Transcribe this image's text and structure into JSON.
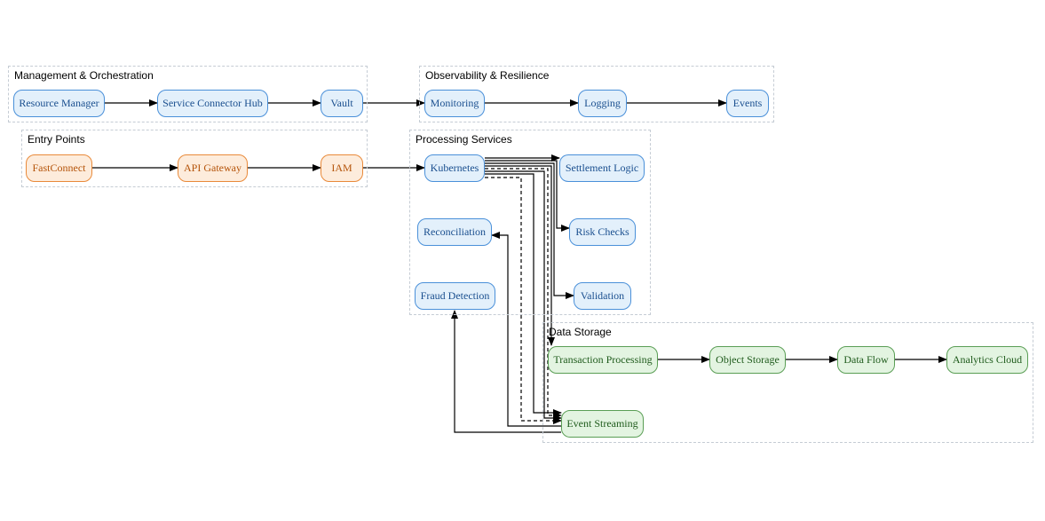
{
  "clusters": {
    "management": "Management & Orchestration",
    "observability": "Observability & Resilience",
    "entry": "Entry Points",
    "processing": "Processing Services",
    "storage": "Data Storage"
  },
  "nodes": {
    "resource_manager": "Resource Manager",
    "service_connector_hub": "Service Connector Hub",
    "vault": "Vault",
    "monitoring": "Monitoring",
    "logging": "Logging",
    "events": "Events",
    "fastconnect": "FastConnect",
    "api_gateway": "API Gateway",
    "iam": "IAM",
    "kubernetes": "Kubernetes",
    "settlement_logic": "Settlement Logic",
    "risk_checks": "Risk Checks",
    "reconciliation": "Reconciliation",
    "validation": "Validation",
    "fraud_detection": "Fraud Detection",
    "transaction_processing": "Transaction Processing",
    "object_storage": "Object Storage",
    "data_flow": "Data Flow",
    "analytics_cloud": "Analytics Cloud",
    "event_streaming": "Event Streaming"
  },
  "colors": {
    "management_observability_processing": "#e3f0fb",
    "entry": "#fdecdc",
    "storage": "#e3f4e1"
  }
}
